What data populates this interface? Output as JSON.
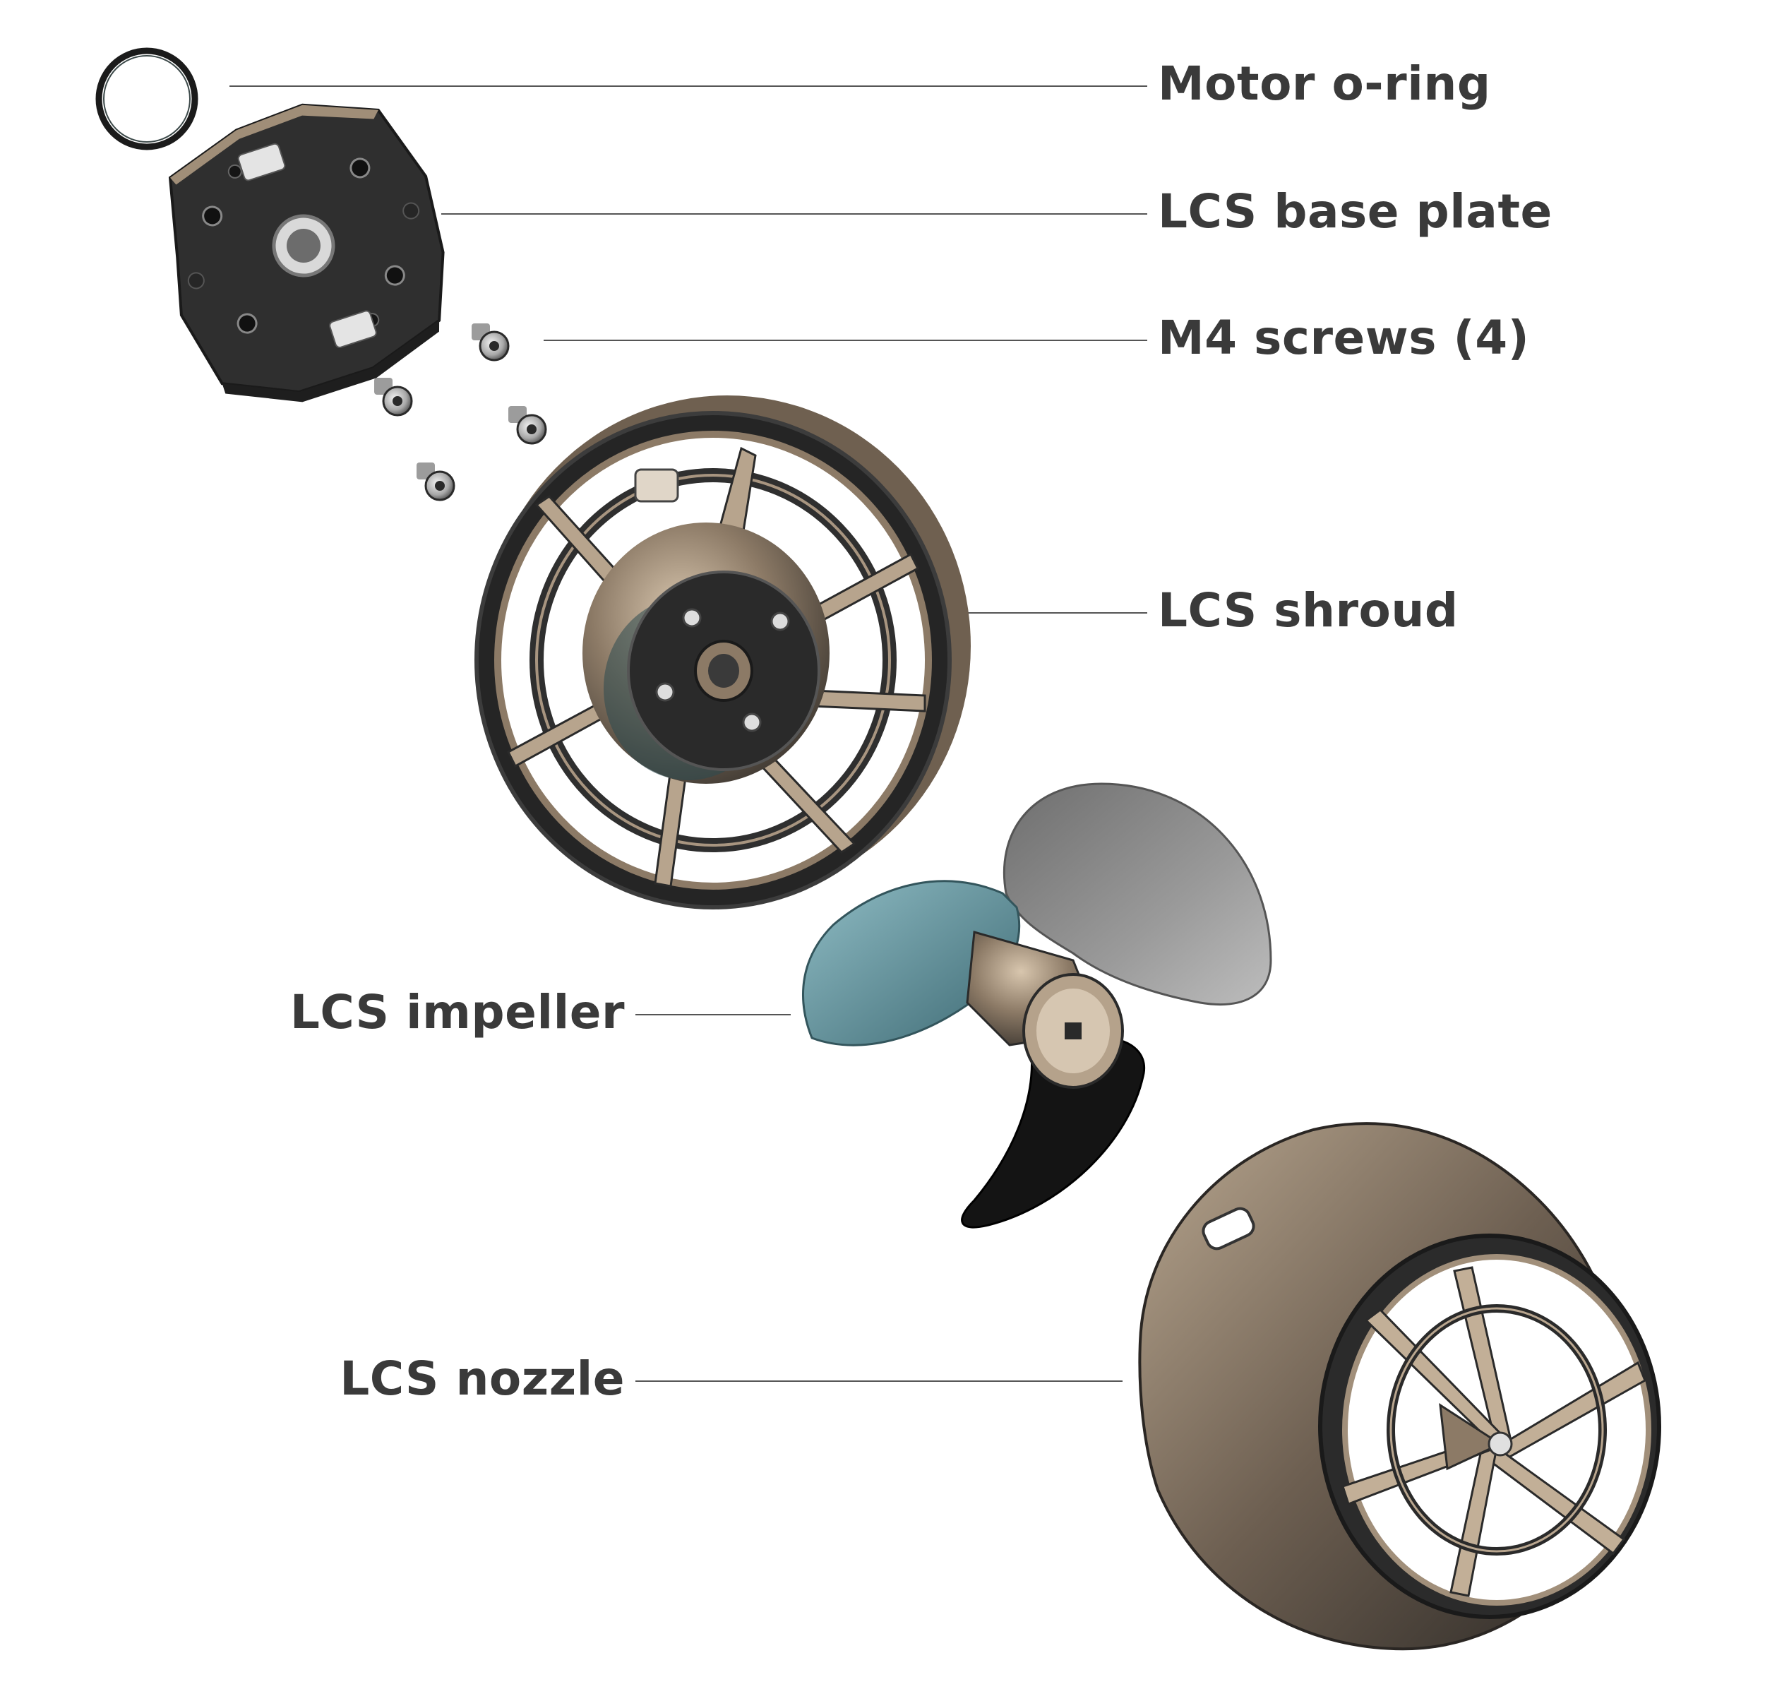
{
  "colors": {
    "label_text": "#3a3a3a",
    "leader_line": "#555555",
    "metal_dark": "#2f2f2f",
    "metal_bronze": "#8c7a66",
    "metal_light": "#c9b8a3",
    "blade_blue": "#5f8e98",
    "blade_grey": "#8a8a8a",
    "blade_black": "#141414",
    "screw_silver": "#bfbfbf"
  },
  "labels": {
    "motor_oring": "Motor o-ring",
    "base_plate": "LCS base plate",
    "m4_screws": "M4 screws (4)",
    "shroud": "LCS shroud",
    "impeller": "LCS impeller",
    "nozzle": "LCS nozzle"
  }
}
